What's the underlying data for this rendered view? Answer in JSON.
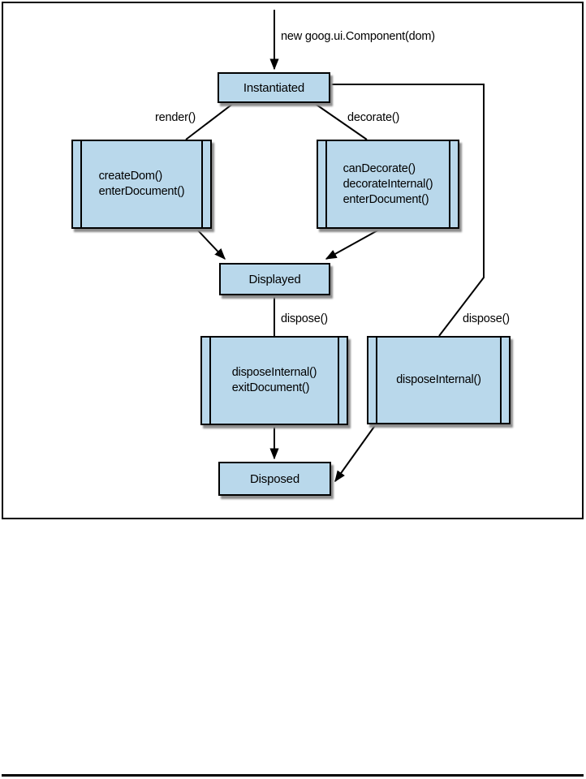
{
  "figure": {
    "entry_label": "new goog.ui.Component(dom)",
    "states": {
      "instantiated": "Instantiated",
      "displayed": "Displayed",
      "disposed": "Disposed"
    },
    "processes": {
      "render": {
        "lines": [
          "createDom()",
          "enterDocument()"
        ]
      },
      "decorate": {
        "lines": [
          "canDecorate()",
          "decorateInternal()",
          "enterDocument()"
        ]
      },
      "dispose_from_displayed": {
        "lines": [
          "disposeInternal()",
          "exitDocument()"
        ]
      },
      "dispose_from_instantiated": {
        "lines": [
          "disposeInternal()"
        ]
      }
    },
    "edge_labels": {
      "render": "render()",
      "decorate": "decorate()",
      "dispose_left": "dispose()",
      "dispose_right": "dispose()"
    },
    "colors": {
      "box_fill": "#b9d8eb",
      "box_border": "#000000",
      "connector": "#000000",
      "shadow": "#8d8d8d",
      "background": "#ffffff"
    }
  }
}
